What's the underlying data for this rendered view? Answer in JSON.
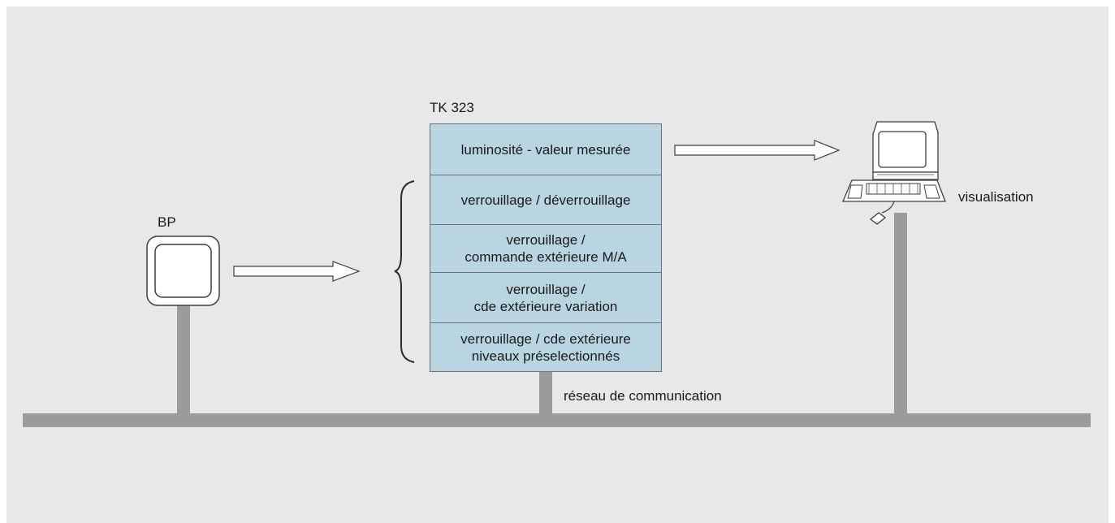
{
  "device_label": "TK 323",
  "button_label": "BP",
  "computer_label": "visualisation",
  "network_label": "réseau de communication",
  "functions": [
    "luminosité - valeur mesurée",
    "verrouillage / déverrouillage",
    "verrouillage /\ncommande extérieure M/A",
    "verrouillage /\ncde extérieure variation",
    "verrouillage / cde extérieure\nniveaux préselectionnés"
  ],
  "colors": {
    "background": "#e7e8e9",
    "block_fill": "#b9d5e2",
    "bus": "#9b9b9b",
    "outline": "#4a4a4a"
  }
}
